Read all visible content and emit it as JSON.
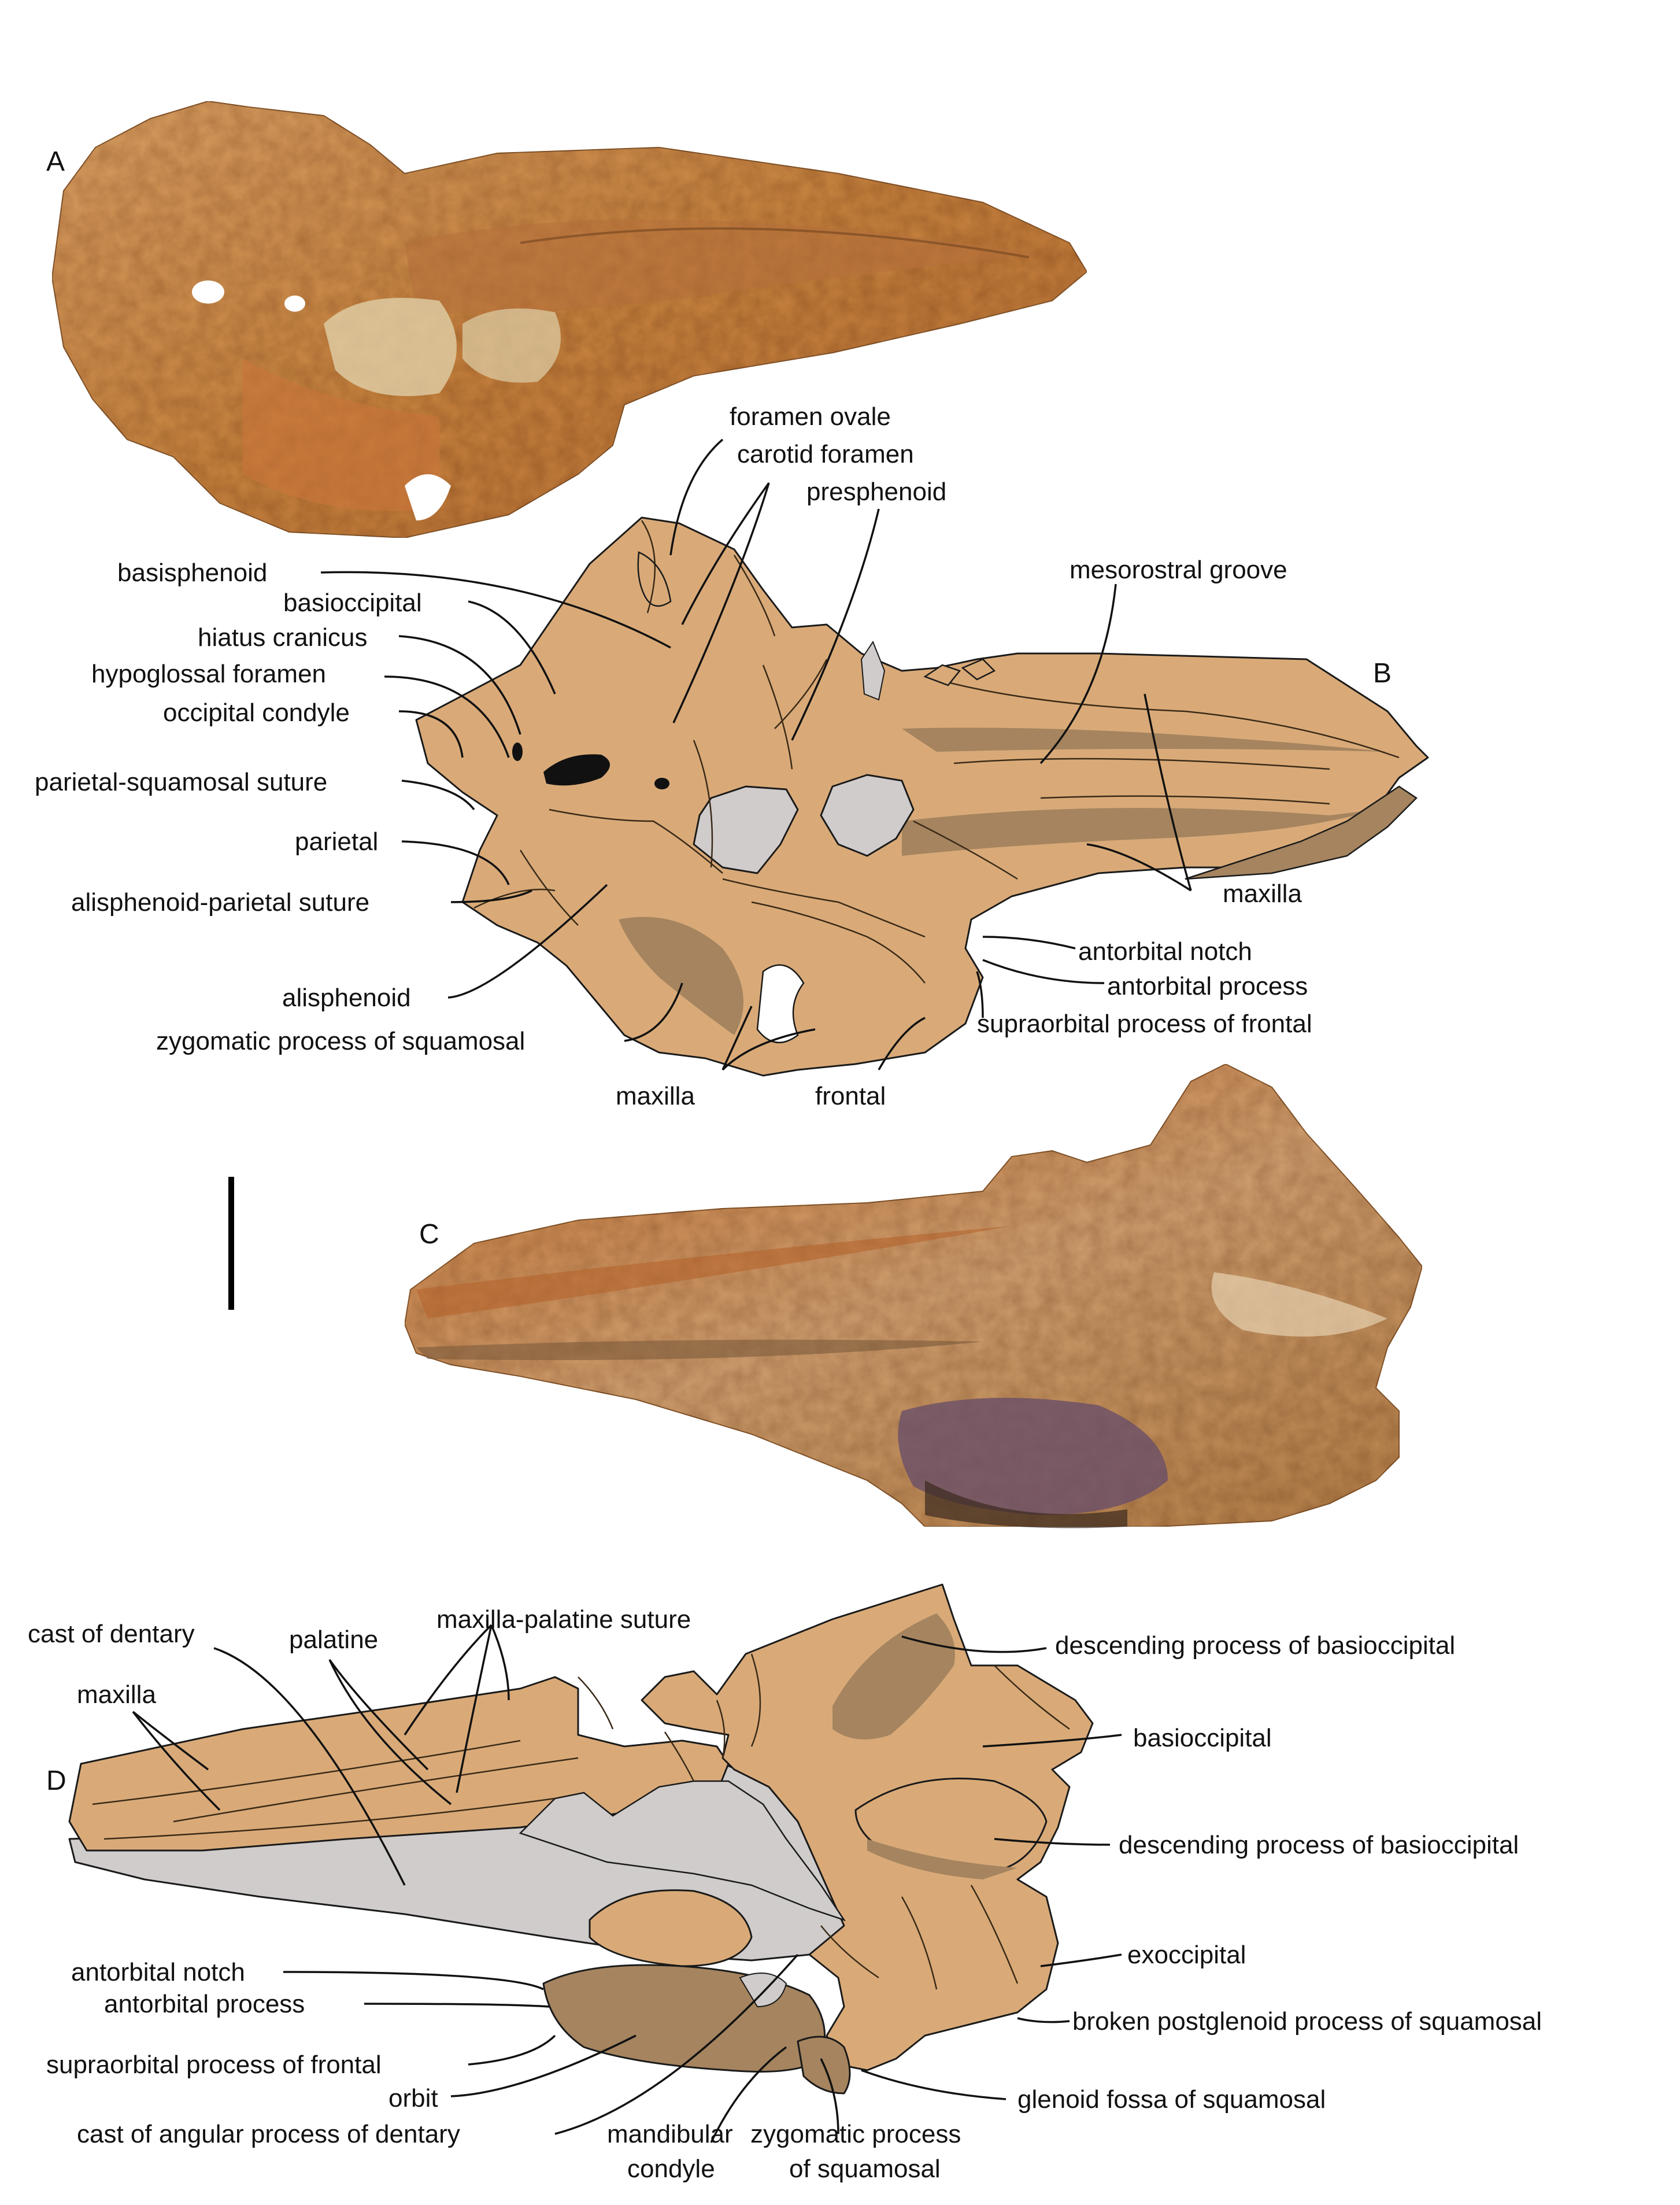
{
  "panels": {
    "a": "A",
    "b": "B",
    "c": "C",
    "d": "D"
  },
  "colors": {
    "bone_light": "#d9aa78",
    "bone_dark": "#a5845f",
    "matrix_gray": "#d0cccc",
    "photo_bone": "#c98a4a",
    "photo_bone_dark": "#b5703a",
    "photo_shadow": "#7a5a3a",
    "outline": "#1a1a1a"
  },
  "labels_b": {
    "foramen_ovale": "foramen ovale",
    "carotid_foramen": "carotid foramen",
    "presphenoid": "presphenoid",
    "basisphenoid": "basisphenoid",
    "basioccipital": "basioccipital",
    "hiatus_cranicus": "hiatus cranicus",
    "hypoglossal_foramen": "hypoglossal foramen",
    "occipital_condyle": "occipital condyle",
    "parietal_squamosal_suture": "parietal-squamosal suture",
    "parietal": "parietal",
    "alisphenoid_parietal_suture": "alisphenoid-parietal suture",
    "alisphenoid": "alisphenoid",
    "zygomatic_process_of_squamosal": "zygomatic process of squamosal",
    "maxilla_bottom": "maxilla",
    "frontal": "frontal",
    "mesorostral_groove": "mesorostral groove",
    "maxilla_right": "maxilla",
    "antorbital_notch": "antorbital notch",
    "antorbital_process": "antorbital process",
    "supraorbital_process_of_frontal": "supraorbital process of frontal"
  },
  "labels_d": {
    "cast_of_dentary": "cast of dentary",
    "palatine": "palatine",
    "maxilla_palatine_suture": "maxilla-palatine suture",
    "maxilla": "maxilla",
    "descending_process_of_basioccipital_top": "descending process of basioccipital",
    "basioccipital": "basioccipital",
    "descending_process_of_basioccipital_mid": "descending process of basioccipital",
    "exoccipital": "exoccipital",
    "antorbital_notch": "antorbital notch",
    "antorbital_process": "antorbital process",
    "broken_postglenoid_process_of_squamosal": "broken postglenoid process of squamosal",
    "supraorbital_process_of_frontal": "supraorbital process of frontal",
    "glenoid_fossa_of_squamosal": "glenoid fossa of squamosal",
    "orbit": "orbit",
    "cast_of_angular_process_of_dentary": "cast of angular process of dentary",
    "mandibular_condyle_line1": "mandibular",
    "mandibular_condyle_line2": "condyle",
    "zygomatic_process_line1": "zygomatic process",
    "zygomatic_process_line2": "of squamosal"
  }
}
